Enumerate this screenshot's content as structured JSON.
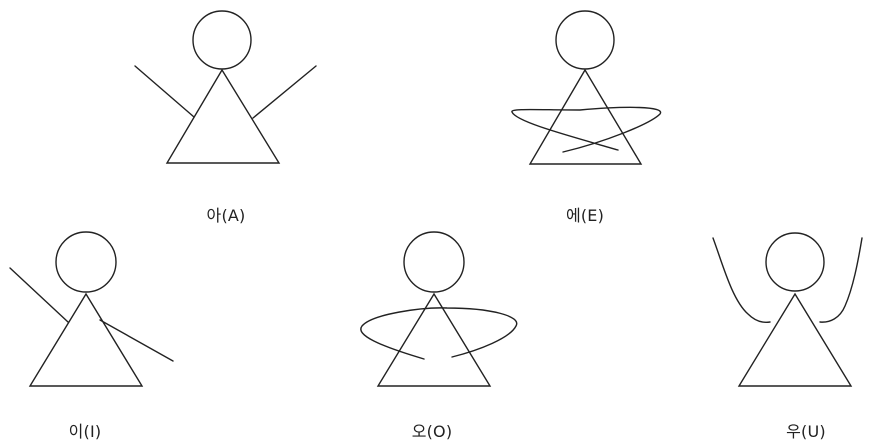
{
  "figures": [
    {
      "id": "a",
      "label": "아(A)",
      "pose": "arms-raised-diagonal"
    },
    {
      "id": "e",
      "label": "에(E)",
      "pose": "arms-crossed-loops"
    },
    {
      "id": "i",
      "label": "이(I)",
      "pose": "one-arm-up-diagonal"
    },
    {
      "id": "o",
      "label": "오(O)",
      "pose": "arms-round-ring"
    },
    {
      "id": "u",
      "label": "우(U)",
      "pose": "arms-up-curved"
    }
  ],
  "colors": {
    "stroke": "#222222",
    "background": "#ffffff"
  }
}
